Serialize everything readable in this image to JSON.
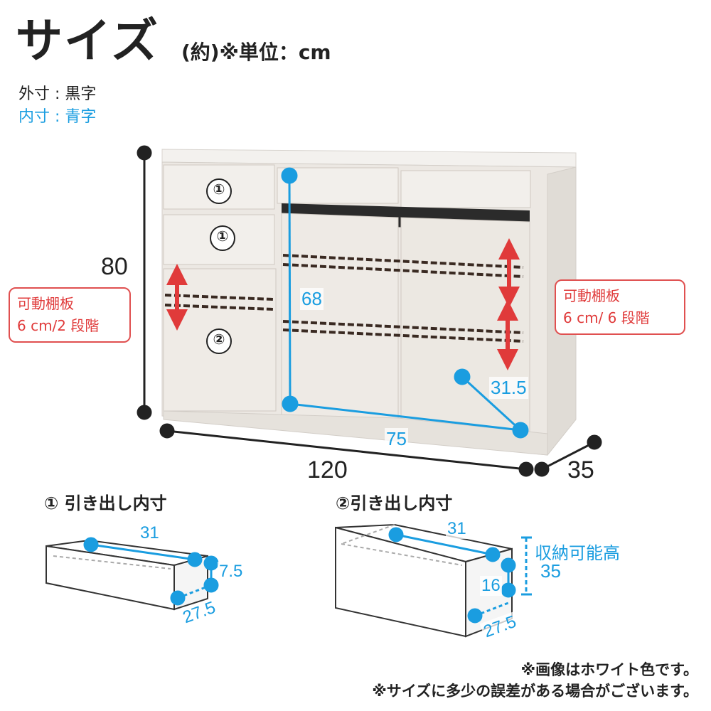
{
  "header": {
    "title": "サイズ",
    "unit_note": "(約)※単位：cm"
  },
  "legend": {
    "outer": "外寸 : 黒字",
    "inner": "内寸 : 青字"
  },
  "colors": {
    "inner_dimension": "#1a9de0",
    "shelf_callout": "#e03a3a",
    "cabinet": "#eeeae6"
  },
  "cabinet": {
    "height": "80",
    "width": "120",
    "depth": "35",
    "inner_height": "68",
    "inner_width": "75",
    "inner_depth": "31.5",
    "drawer_marks": [
      "①",
      "①",
      "②"
    ]
  },
  "callouts": {
    "left": {
      "line1": "可動棚板",
      "line2": "6 cm/2 段階"
    },
    "right": {
      "line1": "可動棚板",
      "line2": "6 cm/ 6 段階"
    }
  },
  "drawer1": {
    "title": "① 引き出し内寸",
    "width": "31",
    "height": "7.5",
    "depth": "27.5"
  },
  "drawer2": {
    "title": "②引き出し内寸",
    "width": "31",
    "height": "16",
    "depth": "27.5",
    "storage_label": "収納可能高",
    "storage_value": "35"
  },
  "notes": {
    "line1": "※画像はホワイト色です。",
    "line2": "※サイズに多少の誤差がある場合がございます。"
  }
}
